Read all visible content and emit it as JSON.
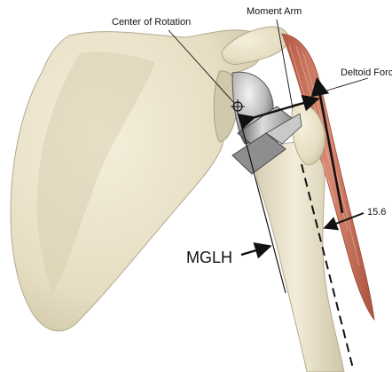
{
  "diagram": {
    "labels": {
      "center_of_rotation": "Center of Rotation",
      "moment_arm": "Moment Arm",
      "deltoid_force": "Deltoid Force",
      "angle_value": "15.6",
      "mglh": "MGLH"
    },
    "colors": {
      "bone": "#ece4cd",
      "bone_shadow": "#c9bfa3",
      "bone_edge": "#a79d83",
      "metal_light": "#e4e4e4",
      "metal_dark": "#6b6b6b",
      "muscle": "#c9705a",
      "muscle_dark": "#a9523d",
      "ink": "#111111"
    }
  }
}
